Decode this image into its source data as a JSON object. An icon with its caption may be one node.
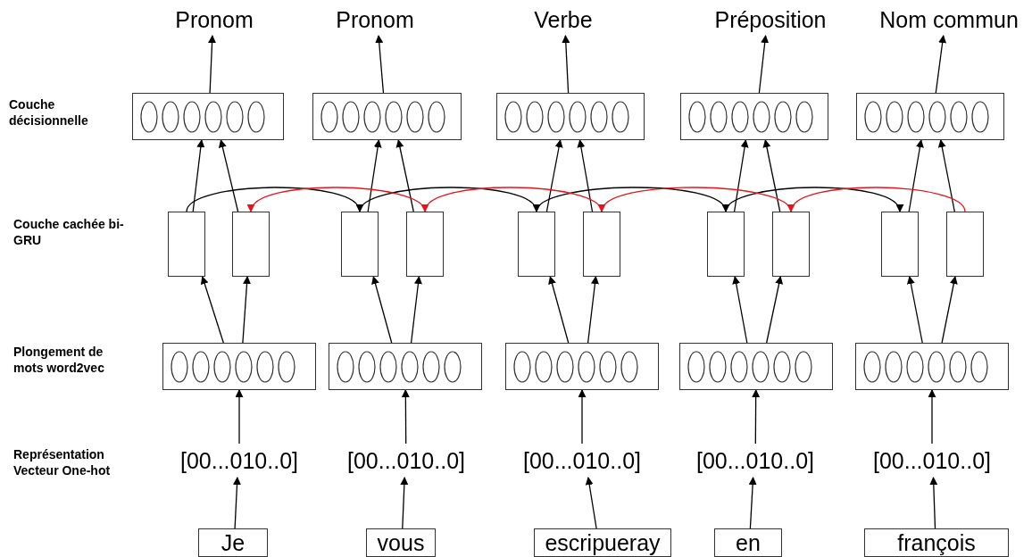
{
  "diagram": {
    "nodes": [
      {
        "text": [
          "Pronom"
        ]
      },
      {
        "text": [
          "Pronom"
        ]
      },
      {
        "text": [
          "Verbe"
        ]
      },
      {
        "text": [
          "Préposition"
        ]
      },
      {
        "text": [
          "Nom commun"
        ]
      },
      {
        "text": [],
        "shape": "box"
      },
      {
        "text": [],
        "shape": "box"
      },
      {
        "text": [],
        "shape": "box"
      },
      {
        "text": [],
        "shape": "box"
      },
      {
        "text": [],
        "shape": "box"
      },
      {
        "text": [],
        "shape": "box"
      },
      {
        "text": [],
        "shape": "box"
      },
      {
        "text": [],
        "shape": "box"
      },
      {
        "text": [],
        "shape": "box"
      },
      {
        "text": [],
        "shape": "box"
      },
      {
        "text": [],
        "shape": "box"
      },
      {
        "text": [],
        "shape": "box"
      },
      {
        "text": [],
        "shape": "box"
      },
      {
        "text": [],
        "shape": "box"
      },
      {
        "text": [],
        "shape": "box"
      },
      {
        "text": [],
        "shape": "box"
      },
      {
        "text": [],
        "shape": "box"
      },
      {
        "text": [],
        "shape": "box"
      },
      {
        "text": [],
        "shape": "box"
      },
      {
        "text": [],
        "shape": "box"
      },
      {
        "text": [
          "[00...010..0]"
        ]
      },
      {
        "text": [
          "[00...010..0]"
        ]
      },
      {
        "text": [
          "[00...010..0]"
        ]
      },
      {
        "text": [
          "[00...010..0]"
        ]
      },
      {
        "text": [
          "[00...010..0]"
        ]
      },
      {
        "text": [
          "Je"
        ]
      },
      {
        "text": [
          "vous"
        ]
      },
      {
        "text": [
          "escripueray"
        ]
      },
      {
        "text": [
          "en"
        ]
      },
      {
        "text": [
          "françois"
        ]
      }
    ],
    "edges": [
      {
        "from": 30,
        "to": 25,
        "arrow": "to"
      },
      {
        "from": 25,
        "to": 20,
        "arrow": "to"
      },
      {
        "from": 20,
        "to": 10,
        "arrow": "to"
      },
      {
        "from": 20,
        "to": 11,
        "arrow": "to"
      },
      {
        "from": 10,
        "to": 5,
        "arrow": "to"
      },
      {
        "from": 11,
        "to": 5,
        "arrow": "to"
      },
      {
        "from": 5,
        "to": 0,
        "arrow": "to"
      },
      {
        "from": 31,
        "to": 26,
        "arrow": "to"
      },
      {
        "from": 26,
        "to": 21,
        "arrow": "to"
      },
      {
        "from": 21,
        "to": 12,
        "arrow": "to"
      },
      {
        "from": 21,
        "to": 13,
        "arrow": "to"
      },
      {
        "from": 12,
        "to": 6,
        "arrow": "to"
      },
      {
        "from": 13,
        "to": 6,
        "arrow": "to"
      },
      {
        "from": 6,
        "to": 1,
        "arrow": "to"
      },
      {
        "from": 32,
        "to": 27,
        "arrow": "to"
      },
      {
        "from": 27,
        "to": 22,
        "arrow": "to"
      },
      {
        "from": 22,
        "to": 14,
        "arrow": "to"
      },
      {
        "from": 22,
        "to": 15,
        "arrow": "to"
      },
      {
        "from": 14,
        "to": 7,
        "arrow": "to"
      },
      {
        "from": 15,
        "to": 7,
        "arrow": "to"
      },
      {
        "from": 7,
        "to": 2,
        "arrow": "to"
      },
      {
        "from": 33,
        "to": 28,
        "arrow": "to"
      },
      {
        "from": 28,
        "to": 23,
        "arrow": "to"
      },
      {
        "from": 23,
        "to": 16,
        "arrow": "to"
      },
      {
        "from": 23,
        "to": 17,
        "arrow": "to"
      },
      {
        "from": 16,
        "to": 8,
        "arrow": "to"
      },
      {
        "from": 17,
        "to": 8,
        "arrow": "to"
      },
      {
        "from": 8,
        "to": 3,
        "arrow": "to"
      },
      {
        "from": 34,
        "to": 29,
        "arrow": "to"
      },
      {
        "from": 29,
        "to": 24,
        "arrow": "to"
      },
      {
        "from": 24,
        "to": 18,
        "arrow": "to"
      },
      {
        "from": 24,
        "to": 19,
        "arrow": "to"
      },
      {
        "from": 18,
        "to": 9,
        "arrow": "to"
      },
      {
        "from": 19,
        "to": 9,
        "arrow": "to"
      },
      {
        "from": 9,
        "to": 4,
        "arrow": "to"
      },
      {
        "from": 10,
        "to": 12,
        "arrow": "to"
      },
      {
        "from": 12,
        "to": 14,
        "arrow": "to"
      },
      {
        "from": 14,
        "to": 16,
        "arrow": "to"
      },
      {
        "from": 16,
        "to": 18,
        "arrow": "to"
      },
      {
        "from": 13,
        "to": 11,
        "arrow": "to",
        "color": "#e8141c"
      },
      {
        "from": 15,
        "to": 13,
        "arrow": "to",
        "color": "#e8141c"
      },
      {
        "from": 17,
        "to": 15,
        "arrow": "to",
        "color": "#e8141c"
      },
      {
        "from": 19,
        "to": 17,
        "arrow": "to",
        "color": "#e8141c"
      }
    ],
    "labels": [
      "Couche décisionnelle",
      "Couche cachée bi-GRU",
      "Plongement de mots word2vec",
      "Représentation Vecteur One-hot"
    ]
  }
}
